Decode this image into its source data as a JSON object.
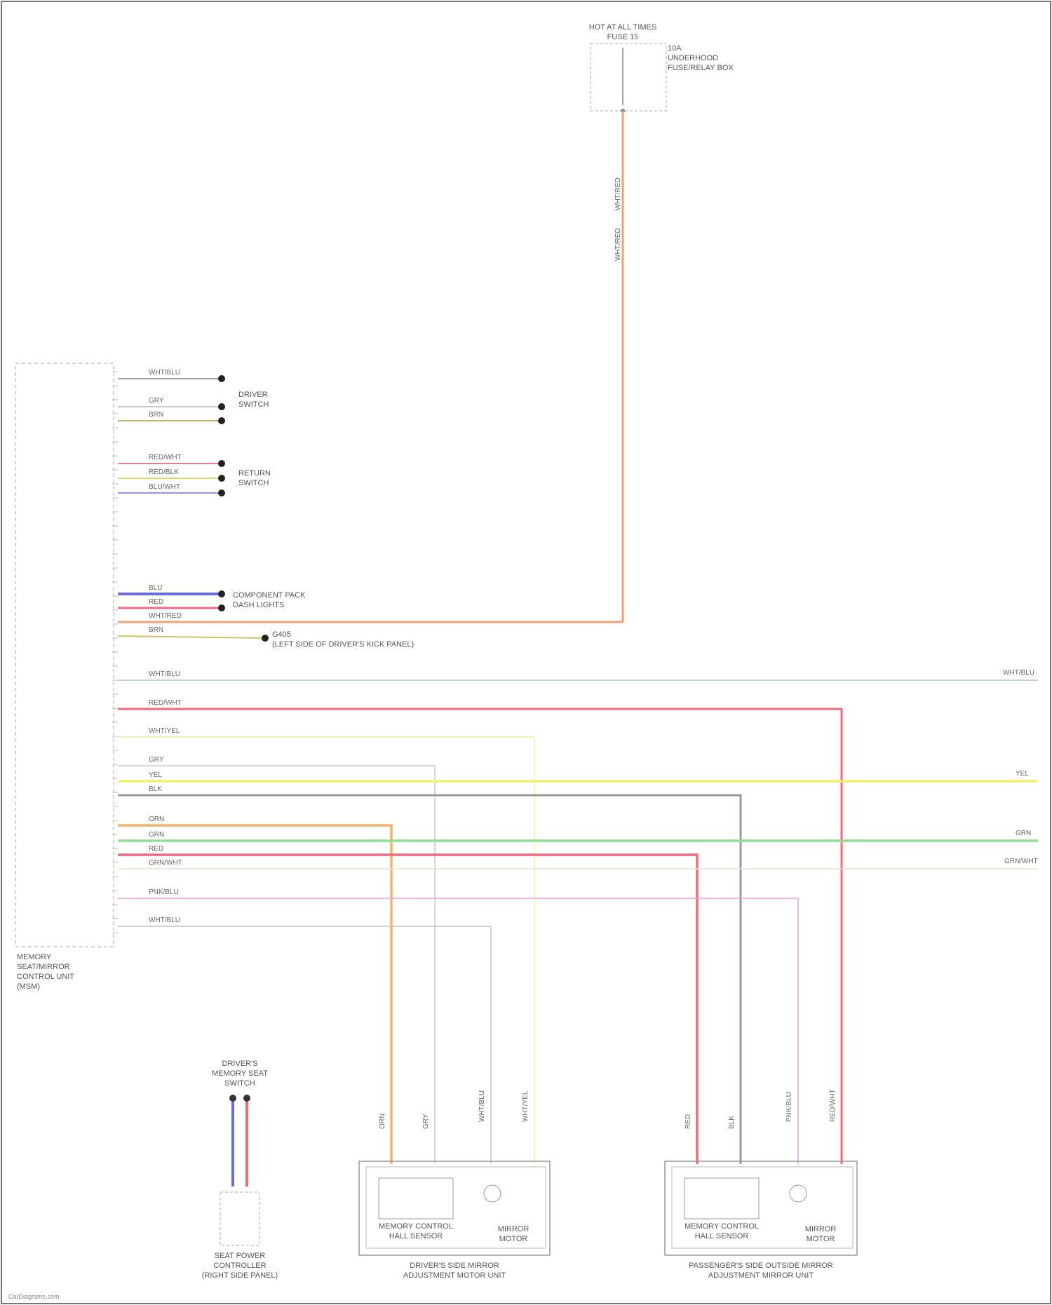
{
  "components": {
    "hot_fuse_block": {
      "title": "HOT AT ALL TIMES",
      "lines": [
        "FUSE 15",
        "10A",
        "UNDERHOOD",
        "FUSE/RELAY BOX"
      ]
    },
    "memory_module": {
      "lines": [
        "MEMORY",
        "SEAT/MIRROR",
        "CONTROL UNIT",
        "(MSM)"
      ]
    },
    "memory_switch": {
      "lines": [
        "DRIVER'S",
        "MEMORY SEAT",
        "SWITCH"
      ]
    },
    "seat_controller": {
      "lines": [
        "SEAT POWER",
        "CONTROLLER",
        "(RIGHT SIDE PANEL)"
      ]
    },
    "driver_mirror": {
      "sensor": [
        "MEMORY CONTROL",
        "HALL SENSOR"
      ],
      "motor": [
        "MIRROR",
        "MOTOR"
      ],
      "caption": [
        "DRIVER'S SIDE MIRROR",
        "ADJUSTMENT MOTOR UNIT"
      ]
    },
    "passenger_mirror": {
      "sensor": [
        "MEMORY CONTROL",
        "HALL SENSOR"
      ],
      "motor": [
        "MIRROR",
        "MOTOR"
      ],
      "caption": [
        "PASSENGER'S SIDE OUTSIDE MIRROR",
        "ADJUSTMENT MIRROR UNIT"
      ]
    }
  },
  "connectors": {
    "group_a": [
      "DRIVER",
      "SWITCH"
    ],
    "group_b": [
      "RETURN",
      "SWITCH"
    ],
    "comp_top": "COMPONENT PACK",
    "comp_bottom": "DASH LIGHTS",
    "ground": [
      "G405",
      "(LEFT SIDE OF DRIVER'S KICK PANEL)"
    ]
  },
  "wires": [
    {
      "id": "w1",
      "label": "WHT/BLU",
      "color": "#9e9e9e"
    },
    {
      "id": "w2",
      "label": "GRY",
      "color": "#c9c9c9"
    },
    {
      "id": "w3",
      "label": "BRN",
      "color": "#c9b36a"
    },
    {
      "id": "w4",
      "label": "RED/WHT",
      "color": "#ef7b88"
    },
    {
      "id": "w5",
      "label": "RED/BLK",
      "color": "#e8d76a"
    },
    {
      "id": "w6",
      "label": "BLU/WHT",
      "color": "#a78be8"
    },
    {
      "id": "w7",
      "label": "BLU",
      "color": "#6a6af0"
    },
    {
      "id": "w8",
      "label": "RED",
      "color": "#f06a7a"
    },
    {
      "id": "w9",
      "label": "WHT/RED",
      "color": "#f3a07a"
    },
    {
      "id": "w10",
      "label": "BRN",
      "color": "#cfc46a"
    },
    {
      "id": "w11",
      "label": "WHT/BLU",
      "color": "#a6c3ea"
    },
    {
      "id": "w12",
      "label": "RED/WHT",
      "color": "#f06a7a"
    },
    {
      "id": "w13",
      "label": "WHT/YEL",
      "color": "#eef0a8"
    },
    {
      "id": "w14",
      "label": "GRY",
      "color": "#cccccc"
    },
    {
      "id": "w15",
      "label": "YEL",
      "color": "#f4f06a"
    },
    {
      "id": "w16",
      "label": "BLK",
      "color": "#999999"
    },
    {
      "id": "w17",
      "label": "ORN",
      "color": "#f3b46a"
    },
    {
      "id": "w18",
      "label": "GRN",
      "color": "#8ee08e"
    },
    {
      "id": "w19",
      "label": "RED",
      "color": "#f06a7a"
    },
    {
      "id": "w20",
      "label": "GRN/WHT",
      "color": "#d8eec8"
    },
    {
      "id": "w21",
      "label": "PNK/BLU",
      "color": "#ee9ee8"
    },
    {
      "id": "w22",
      "label": "WHT/BLU",
      "color": "#c4c4c4"
    },
    {
      "id": "feed",
      "label": "WHT/RED",
      "color": "#f5a06a"
    },
    {
      "id": "r_blu",
      "label": "WHT/BLU",
      "color": "#a6c3ea"
    },
    {
      "id": "r_yel",
      "label": "YEL",
      "color": "#f4f06a"
    },
    {
      "id": "r_grn",
      "label": "GRN",
      "color": "#8ee08e"
    },
    {
      "id": "r_gw",
      "label": "GRN/WHT",
      "color": "#d8eec8"
    }
  ],
  "footer": "CarDiagrams.com"
}
